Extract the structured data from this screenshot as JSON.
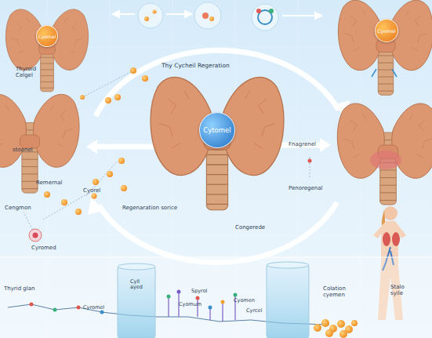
{
  "diagram": {
    "nodes": [
      {
        "text": [
          "Cyomel"
        ]
      },
      {
        "text": [
          "Cyomel"
        ]
      },
      {
        "text": [
          "Cytomel"
        ]
      }
    ],
    "labels": [
      "Thy Cycheil Regeration",
      "Thyroid Celgel",
      "Remernal",
      "stoonel",
      "Cyorel",
      "Cengmon",
      "Cyromed",
      "Regenaration sorice",
      "Congerede",
      "Fnagrenel",
      "Penoregenal",
      "Thyrid glan",
      "Cyromel",
      "Cyll ayed",
      "Spyrol",
      "Cyomum",
      "Cyomen",
      "Cyrcel",
      "Colation cyemen",
      "Stalo syile"
    ]
  }
}
